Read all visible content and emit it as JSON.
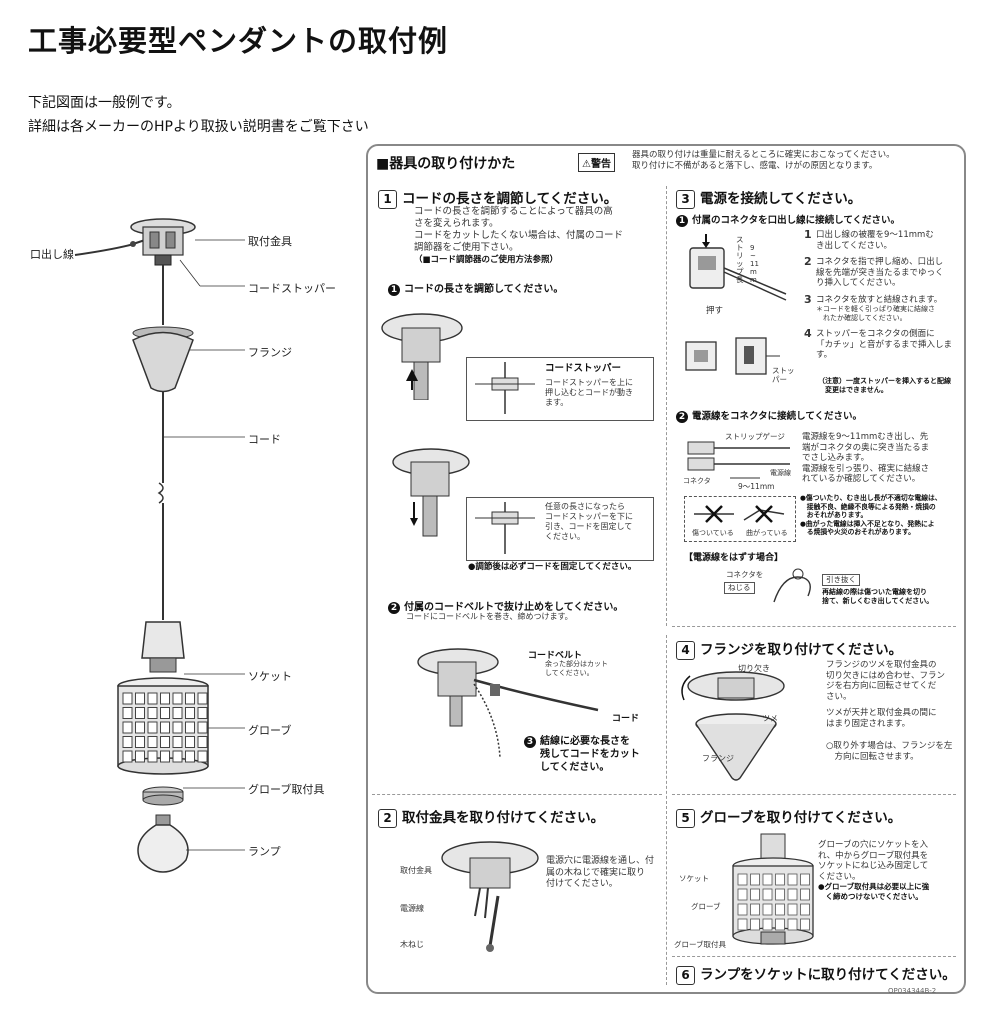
{
  "page": {
    "title": "工事必要型ペンダントの取付例",
    "intro": [
      "下記図面は一般例です。",
      "詳細は各メーカーのHPより取扱い説明書をご覧下さい"
    ]
  },
  "diagram": {
    "labels": {
      "outlet": "口出し線",
      "bracket": "取付金具",
      "stopper": "コードストッパー",
      "flange": "フランジ",
      "cord": "コード",
      "socket": "ソケット",
      "globe": "グローブ",
      "globe_holder": "グローブ取付具",
      "lamp": "ランプ"
    }
  },
  "panel": {
    "header": "■器具の取り付けかた",
    "warning_badge": "⚠警告",
    "warning_text": [
      "器具の取り付けは重量に耐えるところに確実におこなってください。",
      "取り付けに不備があると落下し、感電、けがの原因となります。"
    ],
    "step1": {
      "num": "1",
      "title": "コードの長さを調節してください。",
      "desc": [
        "コードの長さを調節することによって器具の高",
        "さを変えられます。",
        "コードをカットしたくない場合は、付属のコード",
        "調節器をご使用下さい。"
      ],
      "note": "（■コード調節器のご使用方法参照）",
      "sub1": "コードの長さを調節してください。",
      "stopper_label": "コードストッパー",
      "stopper_text": [
        "コードストッパーを上に",
        "押し込むとコードが動き",
        "ます。"
      ],
      "fix_text": [
        "任意の長さになったら",
        "コードストッパーを下に",
        "引き、コードを固定して",
        "ください。"
      ],
      "fix_note": "●調節後は必ずコードを固定してください。",
      "sub2": "付属のコードベルトで抜け止めをしてください。",
      "sub2_desc": "コードにコードベルトを巻き、締めつけます。",
      "belt_label": "コードベルト",
      "belt_note": [
        "余った部分はカット",
        "してください。"
      ],
      "cord_label": "コード",
      "sub3": [
        "結線に必要な長さを",
        "残してコードをカット",
        "してください。"
      ]
    },
    "step2": {
      "num": "2",
      "title": "取付金具を取り付けてください。",
      "bracket": "取付金具",
      "wire": "電源線",
      "screw": "木ねじ",
      "desc": [
        "電源穴に電源線を通し、付",
        "属の木ねじで確実に取り",
        "付けてください。"
      ]
    },
    "step3": {
      "num": "3",
      "title": "電源を接続してください。",
      "sub1": "付属のコネクタを口出し線に接続してください。",
      "strip_gauge_v": "ストリップ長",
      "strip_mm_v": "9~11mm",
      "push": "押す",
      "items": [
        [
          "口出し線の被覆を9～11mmむ",
          "き出してください。"
        ],
        [
          "コネクタを指で押し縮め、口出し",
          "線を先端が突き当たるまでゆっく",
          "り挿入してください。"
        ],
        [
          "コネクタを放すと結線されます。",
          "＊コードを軽く引っぱり確実に結線さ",
          "　れたか確認してください。"
        ],
        [
          "ストッパーをコネクタの側面に",
          "「カチッ」と音がするまで挿入しま",
          "す。"
        ]
      ],
      "stopper": "ストッ\nパー",
      "caution": [
        "（注意）一度ストッパーを挿入すると配線",
        "　変更はできません。"
      ],
      "sub2": "電源線をコネクタに接続してください。",
      "strip_gauge": "ストリップゲージ",
      "connector": "コネクタ",
      "power_wire": "電源線",
      "mm": "9～11mm",
      "sub2_desc": [
        "電源線を9～11mmむき出し、先",
        "端がコネクタの奥に突き当たるま",
        "でさし込みます。",
        "電源線を引っ張り、確実に結線さ",
        "れているか確認してください。"
      ],
      "bad1": "傷ついている",
      "bad2": "曲がっている",
      "warn": [
        "●傷ついたり、むき出し長が不適切な電線は、",
        "　接触不良、絶縁不良等による発熱・焼損の",
        "　おそれがあります。",
        "●曲がった電線は挿入不足となり、発熱によ",
        "　る焼損や火災のおそれがあります。"
      ],
      "remove_title": "【電源線をはずす場合】",
      "remove_connector": "コネクタを",
      "remove_twist": "ねじる",
      "pull": "引き抜く",
      "remove_desc": [
        "再結線の際は傷ついた電線を切り",
        "捨て、新しくむき出してください。"
      ]
    },
    "step4": {
      "num": "4",
      "title": "フランジを取り付けてください。",
      "notch": "切り欠き",
      "claw": "ツメ",
      "flange": "フランジ",
      "desc": [
        "フランジのツメを取付金具の",
        "切り欠きにはめ合わせ、フラン",
        "ジを右方向に回転させてくだ",
        "さい。",
        "ツメが天井と取付金具の間に",
        "はまり固定されます。"
      ],
      "remove": [
        "○取り外す場合は、フランジを左",
        "　方向に回転させます。"
      ]
    },
    "step5": {
      "num": "5",
      "title": "グローブを取り付けてください。",
      "socket": "ソケット",
      "globe": "グローブ",
      "holder": "グローブ取付具",
      "desc": [
        "グローブの穴にソケットを入",
        "れ、中からグローブ取付具を",
        "ソケットにねじ込み固定して",
        "ください。"
      ],
      "note": [
        "●グローブ取付具は必要以上に強",
        "　く締めつけないでください。"
      ]
    },
    "step6": {
      "num": "6",
      "title": "ランプをソケットに取り付けてください。"
    },
    "code": "OP034344B-2"
  }
}
